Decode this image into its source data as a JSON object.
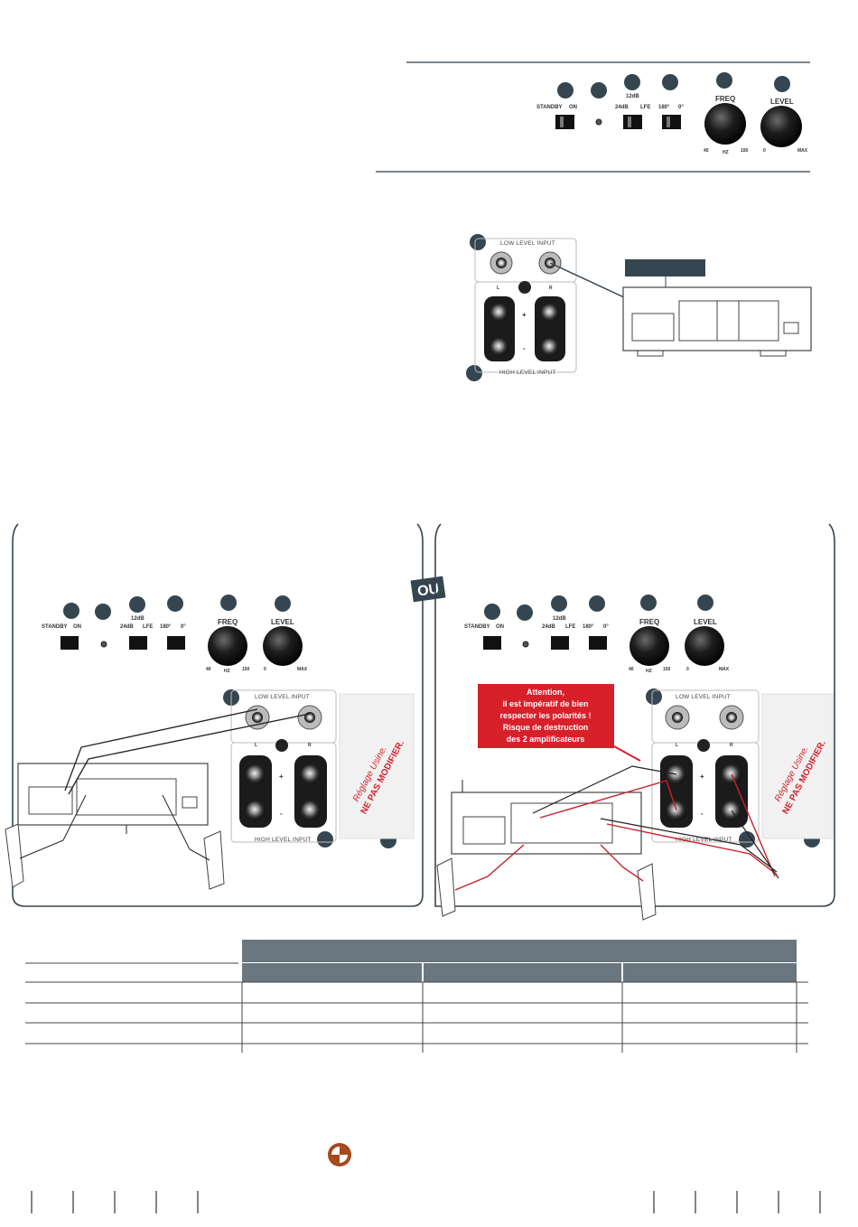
{
  "colors": {
    "dark_slate": "#364650",
    "rule": "#2f3d47",
    "warning_red": "#d8202a",
    "wire_red": "#c8202c",
    "table_header": "#6b7780",
    "table_subheader": "#6b7780"
  },
  "controls": {
    "standby_label": "STANDBY",
    "on_label": "ON",
    "db12_label": "12dB",
    "db24_label": "24dB",
    "lfe_label": "LFE",
    "deg180_label": "180°",
    "deg0_label": "0°",
    "freq_label": "FREQ",
    "freq_min": "40",
    "freq_unit": "HZ",
    "freq_max": "150",
    "level_label": "LEVEL",
    "level_min": "0",
    "level_max": "MAX"
  },
  "panel": {
    "low_level_input": "LOW LEVEL INPUT",
    "high_level_input": "HIGH LEVEL INPUT",
    "left": "L",
    "right": "R",
    "plus": "+",
    "minus": "-"
  },
  "ou_label": "OU",
  "reglage": {
    "line1": "Réglage Usine.",
    "line2": "NE PAS MODIFIER."
  },
  "warning": {
    "line1": "Attention,",
    "line2": "il est impératif de bien",
    "line3": "respecter les polarités !",
    "line4": "Risque de destruction",
    "line5": "des 2 amplificateurs"
  },
  "icons": {
    "logo": "brand-logo-icon"
  }
}
